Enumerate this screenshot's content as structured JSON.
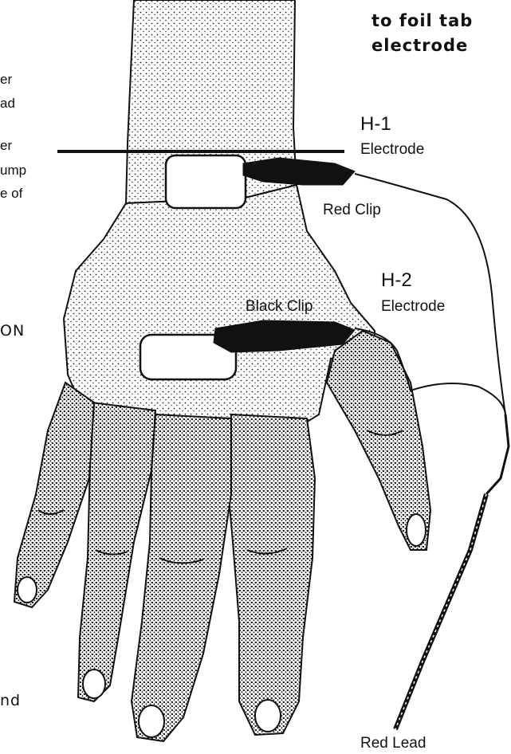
{
  "top_right_text": {
    "line1": "to foil tab",
    "line2": "electrode"
  },
  "left_edge_fragments": [
    "er",
    "ad",
    "er",
    "ump",
    "e of"
  ],
  "left_heading_fragment": "ON",
  "left_bottom_fragment": "nd",
  "labels": {
    "h1": "H-1",
    "h1_sub": "Electrode",
    "red_clip": "Red Clip",
    "h2": "H-2",
    "h2_sub": "Electrode",
    "black_clip": "Black Clip",
    "red_lead": "Red Lead"
  },
  "colors": {
    "ink": "#111111",
    "paper": "#ffffff"
  }
}
